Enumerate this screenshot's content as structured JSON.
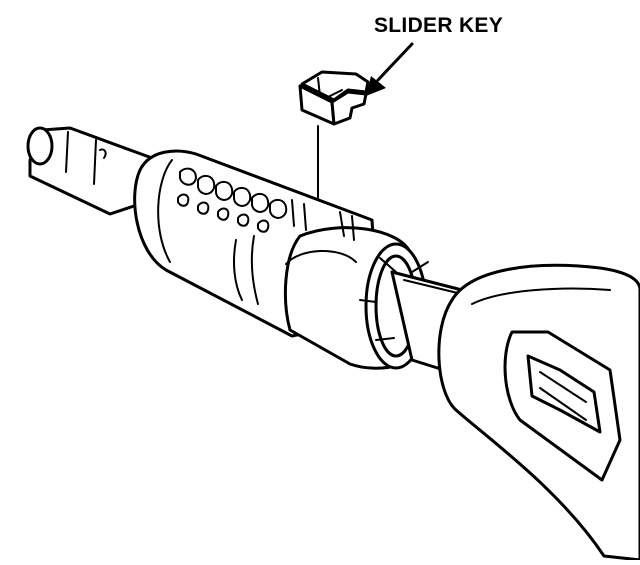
{
  "callout": {
    "label": "SLIDER KEY"
  },
  "icons": {
    "slider_key": "slider-key-part",
    "arrow": "callout-arrow",
    "lock_cylinder": "lock-cylinder-assembly",
    "ignition_key": "ignition-key"
  }
}
